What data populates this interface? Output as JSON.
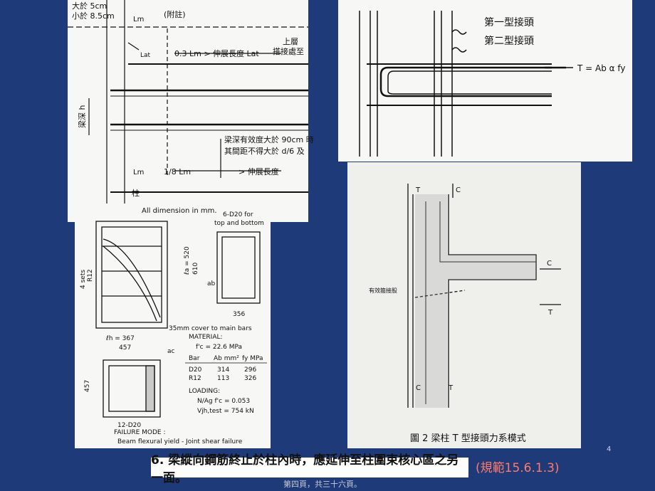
{
  "panel_tl": {
    "dim1": "大於 5cm",
    "dim2": "小於 8.5cm",
    "lm": "Lm",
    "tag": "(附註)",
    "lat": "Lat",
    "extend": "0.3 Lm > 伸展長度 Lat",
    "upper1": "上層",
    "upper2": "搭接處至",
    "beam_depth": "梁深 h",
    "note1": "梁深有效度大於 90cm 時",
    "note2": "其間距不得大於 d/6 及",
    "dim_lm": "Lm",
    "dim_frac": "1/8  Lm",
    "dim_ext": "> 伸展長度",
    "col": "柱"
  },
  "panel_tr": {
    "type1": "第一型接頭",
    "type2": "第二型接頭",
    "formula": "T = Ab α fy"
  },
  "panel_bl": {
    "header": "All dimension in mm.",
    "bars_top": "6-D20  for",
    "bars_top2": "top and bottom",
    "sets": "4 sets",
    "r12": "R12",
    "l_520": "ℓa = 520",
    "l_610": "610",
    "ab": "ab",
    "w356": "356",
    "cover": "35mm cover to main bars",
    "lh": "ℓh = 367",
    "w457": "457",
    "ac": "ac",
    "material": "MATERIAL:",
    "fc": "f'c = 22.6 MPa",
    "table_head": [
      "Bar",
      "Ab mm²",
      "fy MPa"
    ],
    "table_rows": [
      [
        "D20",
        "314",
        "296"
      ],
      [
        "R12",
        "113",
        "326"
      ]
    ],
    "loading": "LOADING:",
    "ratio": "N/Ag f'c = 0.053",
    "vjh": "Vjh,test = 754 kN",
    "h457": "457",
    "d12": "12-D20",
    "failure": "FAILURE MODE :",
    "failure_desc": "Beam flexural yield - Joint shear failure"
  },
  "panel_br": {
    "t_top": "T",
    "c_top": "C",
    "c_right": "C",
    "t_right": "T",
    "c_bot": "C",
    "t_bot": "T",
    "joint": "有效箍接股",
    "caption": "圖 2   梁柱 T 型接頭力系模式"
  },
  "caption": "6. 梁縱向鋼筋終止於柱內時，應延伸至柱圍束核心區之另一面。",
  "reference": "(規範15.6.1.3)",
  "page_number": "4",
  "footer": "第四頁，共三十六頁。"
}
